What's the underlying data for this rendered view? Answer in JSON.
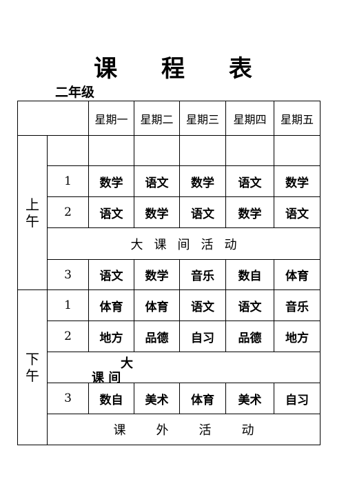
{
  "title": "课 程 表",
  "grade": "二年级",
  "days": [
    "星期一",
    "星期二",
    "星期三",
    "星期四",
    "星期五"
  ],
  "morning": {
    "label": "上午",
    "periods": [
      {
        "no": "1",
        "subjects": [
          "数学",
          "语文",
          "数学",
          "语文",
          "数学"
        ]
      },
      {
        "no": "2",
        "subjects": [
          "语文",
          "数学",
          "语文",
          "数学",
          "语文"
        ]
      },
      {
        "no": "3",
        "subjects": [
          "语文",
          "数学",
          "音乐",
          "数自",
          "体育"
        ]
      }
    ],
    "break_activity": "大课间活动"
  },
  "afternoon": {
    "label": "下午",
    "periods": [
      {
        "no": "1",
        "subjects": [
          "体育",
          "体育",
          "语文",
          "语文",
          "音乐"
        ]
      },
      {
        "no": "2",
        "subjects": [
          "地方",
          "品德",
          "自习",
          "品德",
          "地方"
        ]
      },
      {
        "no": "3",
        "subjects": [
          "数自",
          "美术",
          "体育",
          "美术",
          "自习"
        ]
      }
    ],
    "break_line1": "大",
    "break_line2": "课 间",
    "after_school": "课外活动"
  }
}
